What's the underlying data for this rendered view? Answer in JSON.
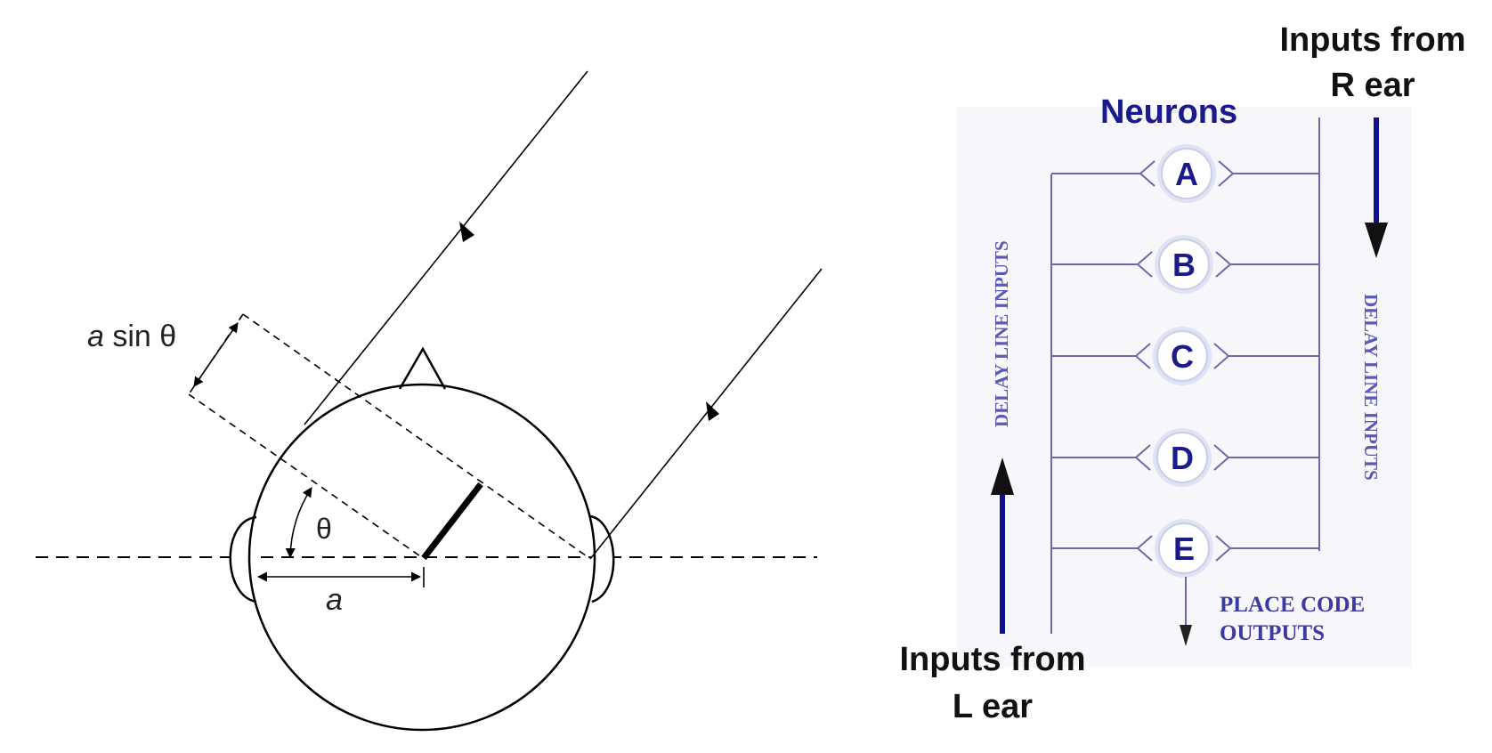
{
  "left_figure": {
    "label_a_sin": "a",
    "label_sin_theta": " sin θ",
    "label_theta": "θ",
    "label_a": "a"
  },
  "right_figure": {
    "inputs_r_line1": "Inputs from",
    "inputs_r_line2": "R ear",
    "inputs_l_line1": "Inputs from",
    "inputs_l_line2": "L ear",
    "neurons_title": "Neurons",
    "neuron_labels": [
      "A",
      "B",
      "C",
      "D",
      "E"
    ],
    "delay_line_left": "DELAY LINE INPUTS",
    "delay_line_right": "DELAY LINE INPUTS",
    "place_code_line1": "PLACE CODE",
    "place_code_line2": "OUTPUTS"
  },
  "colors": {
    "neuron_text": "#1a1a8c",
    "wire": "#6a6aa8",
    "arrow": "#10108a",
    "backdrop": "#f7f7fb"
  }
}
